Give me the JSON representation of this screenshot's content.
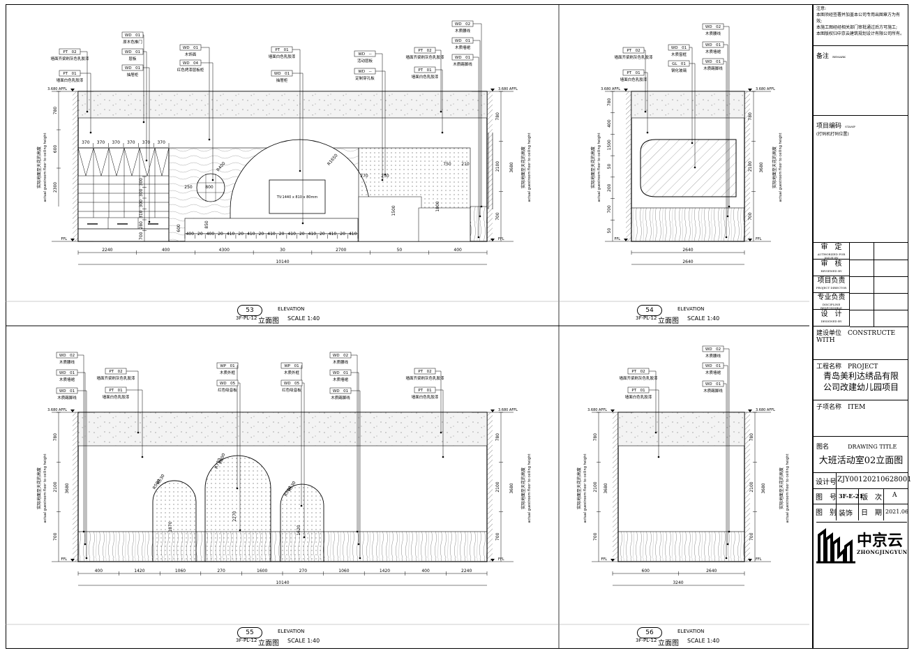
{
  "notes": {
    "title": "注意:",
    "lines": [
      "本图须经签署并加盖本公司专用出图章方为有效;",
      "本施工图经经相关部门审批通过后方可施工;",
      "本图版权归中京云建筑规划设计有限公司所有。"
    ]
  },
  "remarks_label": "备注",
  "remarks_sub": "REMARK",
  "project_code_label": "项目编码",
  "project_code_sub": "STAMP",
  "project_code_hint": "(打码机打码位置)",
  "approvals": [
    {
      "label": "审　定",
      "sub": "AUTHORIZED FOR ISSUE BY"
    },
    {
      "label": "审　核",
      "sub": "REVIEWED BY"
    },
    {
      "label": "项目负责",
      "sub": "PROJECT DIRECTOR"
    },
    {
      "label": "专业负责",
      "sub": "DISCIPLINE RESPONSIBLE"
    },
    {
      "label": "设　计",
      "sub": "DESIGNED BY"
    }
  ],
  "construct_unit": "建设单位　CONSTRUCTE WITH",
  "project_name_label": "工程名称　PROJECT",
  "project_name": [
    "青岛美利达绣品有限",
    "公司改建幼儿园项目"
  ],
  "item_name_label": "子项名称　ITEM",
  "drawing_name_label": "图名",
  "drawing_title_label": "DRAWING TITLE",
  "drawing_title": "大班活动室02立面图",
  "design_no_label": "设计号",
  "design_no": "ZJY00120210628001",
  "drawing_no_label": "图　号",
  "drawing_no": "3F-E-21",
  "version_label": "版　次",
  "version": "A",
  "category_label": "图　别",
  "category": "装饰",
  "date_label": "日　期",
  "date": "2021.06",
  "logo_cn": "中京云",
  "logo_en": "ZHONGJINGYUN",
  "views": [
    {
      "num": "53",
      "code": "3F-PL-12",
      "name": "立面图",
      "elev": "ELEVATION",
      "scale": "SCALE 1:40"
    },
    {
      "num": "54",
      "code": "3F-PL-12",
      "name": "立面图",
      "elev": "ELEVATION",
      "scale": "SCALE 1:40"
    },
    {
      "num": "55",
      "code": "3F-PL-12",
      "name": "立面图",
      "elev": "ELEVATION",
      "scale": "SCALE 1:40"
    },
    {
      "num": "56",
      "code": "3F-PL-12",
      "name": "立面图",
      "elev": "ELEVATION",
      "scale": "SCALE 1:40"
    }
  ],
  "levels": {
    "ceiling": "3.680 AFFL",
    "floor": "FFL"
  },
  "height_note": [
    "实际地面至天花的高度",
    "actual guestroom floor to ceiling height"
  ],
  "tags_53": [
    {
      "code": "WD　01",
      "desc": "原木色推门"
    },
    {
      "code": "WD　01",
      "desc": "层板"
    },
    {
      "code": "WD　01",
      "desc": "抽屉柜"
    },
    {
      "code": "WD　01",
      "desc": "木饰面"
    },
    {
      "code": "WD　04",
      "desc": "红色烤漆层板柜"
    },
    {
      "code": "PT　02",
      "desc": "墙面齐梁刷灰色乳胶漆"
    },
    {
      "code": "PT　01",
      "desc": "墙面白色乳胶漆"
    },
    {
      "code": "PT　01",
      "desc": "墙面白色乳胶漆"
    },
    {
      "code": "WD　01",
      "desc": "抽屉柜"
    },
    {
      "code": "WD　--",
      "desc": "活动层板"
    },
    {
      "code": "WD　--",
      "desc": "定制穿孔板"
    },
    {
      "code": "PT　02",
      "desc": "墙面齐梁刷灰色乳胶漆"
    },
    {
      "code": "PT　01",
      "desc": "墙面白色乳胶漆"
    },
    {
      "code": "WD　02",
      "desc": "木质腰线"
    },
    {
      "code": "WD　01",
      "desc": "木质墙裙"
    },
    {
      "code": "WD　01",
      "desc": "木质踢脚线"
    }
  ],
  "tags_54": [
    {
      "code": "PT　02",
      "desc": "墙面齐梁刷灰色乳胶漆"
    },
    {
      "code": "PT　01",
      "desc": "墙面白色乳胶漆"
    },
    {
      "code": "WD　01",
      "desc": "木质窗框"
    },
    {
      "code": "GL　01",
      "desc": "钢化玻璃"
    },
    {
      "code": "WD　02",
      "desc": "木质腰线"
    },
    {
      "code": "WD　01",
      "desc": "木质墙裙"
    },
    {
      "code": "WD　01",
      "desc": "木质踢脚线"
    }
  ],
  "tags_55": [
    {
      "code": "WD　02",
      "desc": "木质腰线"
    },
    {
      "code": "WD　01",
      "desc": "木质墙裙"
    },
    {
      "code": "WD　01",
      "desc": "木质踢脚线"
    },
    {
      "code": "PT　02",
      "desc": "墙面齐梁刷灰色乳胶漆"
    },
    {
      "code": "PT　01",
      "desc": "墙面白色乳胶漆"
    },
    {
      "code": "WP　01",
      "desc": "木质外框"
    },
    {
      "code": "WD　05",
      "desc": "红色吸音板"
    },
    {
      "code": "WP　01",
      "desc": "木质外框"
    },
    {
      "code": "WD　05",
      "desc": "红色吸音板"
    },
    {
      "code": "WD　02",
      "desc": "木质腰线"
    },
    {
      "code": "WD　01",
      "desc": "木质墙裙"
    },
    {
      "code": "WD　01",
      "desc": "木质踢脚线"
    },
    {
      "code": "PT　02",
      "desc": "墙面齐梁刷灰色乳胶漆"
    },
    {
      "code": "PT　01",
      "desc": "墙面白色乳胶漆"
    }
  ],
  "tags_56": [
    {
      "code": "PT　02",
      "desc": "墙面齐梁刷灰色乳胶漆"
    },
    {
      "code": "PT　01",
      "desc": "墙面白色乳胶漆"
    },
    {
      "code": "WD　02",
      "desc": "木质腰线"
    },
    {
      "code": "WD　01",
      "desc": "木质墙裙"
    },
    {
      "code": "WD　01",
      "desc": "木质踢脚线"
    }
  ],
  "dims_53_bottom": [
    "2240",
    "400",
    "4300",
    "30",
    "2700",
    "50",
    "400"
  ],
  "dims_53_total": "10140",
  "dims_53_top": [
    "370",
    "370",
    "370",
    "370",
    "370",
    "370"
  ],
  "dims_53_drawer": [
    "400",
    "20",
    "400",
    "20",
    "410",
    "20",
    "410",
    "20",
    "410",
    "20",
    "410",
    "20",
    "410",
    "20",
    "410",
    "20",
    "410"
  ],
  "dims_53_misc": [
    "250",
    "800",
    "R400",
    "R1650",
    "270",
    "250",
    "750",
    "210",
    "1500",
    "1800",
    "850",
    "600",
    "TV:1440 x 810 x 80mm"
  ],
  "dims_53_vert_left": [
    "780",
    "600",
    "2300",
    "300",
    "300",
    "300",
    "310",
    "280",
    "700"
  ],
  "dims_53_vert_right": [
    "780",
    "2100",
    "700",
    "3680",
    "50"
  ],
  "dims_54_bottom": [
    "2640"
  ],
  "dims_54_total": "2640",
  "dims_54_vert": [
    "780",
    "400",
    "1500",
    "50",
    "200",
    "700",
    "50"
  ],
  "dims_54_vert_right": [
    "780",
    "2100",
    "700",
    "3680",
    "50"
  ],
  "dims_55_bottom": [
    "400",
    "1420",
    "1060",
    "270",
    "1600",
    "270",
    "1060",
    "1420",
    "400",
    "2240"
  ],
  "dims_55_total": "10140",
  "dims_55_arch": [
    "R530",
    "R500",
    "R800",
    "R770",
    "R530",
    "R500",
    "1870",
    "2270",
    "1620"
  ],
  "dims_55_vert": [
    "780",
    "2100",
    "700",
    "3680",
    "50",
    "50"
  ],
  "dims_56_bottom": [
    "600",
    "2640"
  ],
  "dims_56_total": "3240",
  "dims_56_vert": [
    "780",
    "2100",
    "700",
    "3680",
    "50",
    "50"
  ]
}
